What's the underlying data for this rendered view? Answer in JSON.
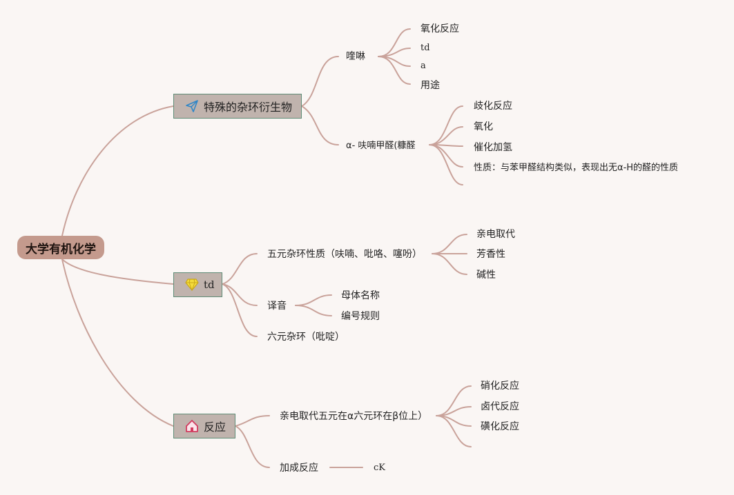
{
  "root": {
    "label": "大学有机化学"
  },
  "branches": {
    "special": {
      "label": "特殊的杂环衍生物",
      "icon": "paper-plane-icon",
      "quinoline": {
        "label": "喹啉",
        "children": [
          "氧化反应",
          "td",
          "a",
          "用途"
        ]
      },
      "furfural": {
        "label": "α- 呋喃甲醛(糠醛",
        "children": [
          "歧化反应",
          "氧化",
          "催化加氢",
          "性质：与苯甲醛结构类似，表现出无α-H的醛的性质"
        ]
      }
    },
    "td": {
      "label": "td",
      "icon": "diamond-icon",
      "five_ring": {
        "label": "五元杂环性质（呋喃、吡咯、噻吩）",
        "children": [
          "亲电取代",
          "芳香性",
          "碱性"
        ]
      },
      "transliteration": {
        "label": "译音",
        "children": [
          "母体名称",
          "编号规则"
        ]
      },
      "six_ring": {
        "label": "六元杂环（吡啶）"
      }
    },
    "reaction": {
      "label": "反应",
      "icon": "home-icon",
      "electrophilic": {
        "label": "亲电取代五元在α六元环在β位上）",
        "children": [
          "硝化反应",
          "卤代反应",
          "磺化反应"
        ]
      },
      "addition": {
        "label": "加成反应",
        "child": "cK"
      }
    }
  },
  "colors": {
    "link": "#c9a29a",
    "root": "#c49a8d",
    "branch_fill": "#c0b3ad",
    "branch_border": "#5e8c76"
  }
}
